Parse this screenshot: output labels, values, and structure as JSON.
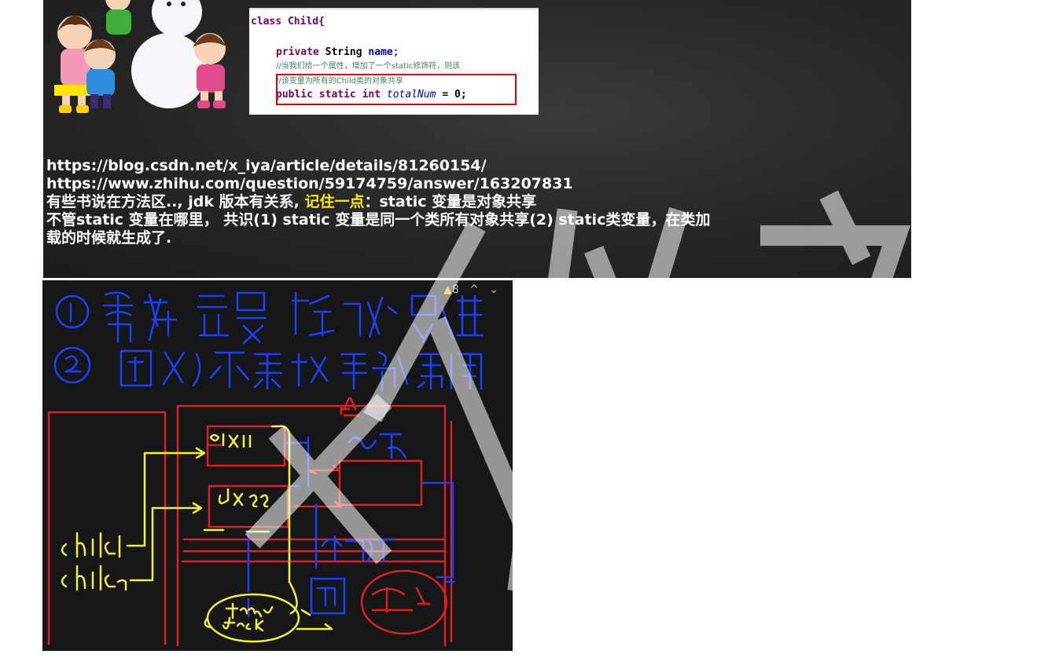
{
  "code": {
    "line1": "class Child{",
    "line2_kw": "private",
    "line2_type": " String ",
    "line2_field": "name",
    "line2_end": ";",
    "comment1": "//当我们给一个属性，增加了一个static修饰符，则该",
    "comment2": "//该变量为所有的Child类的对象共享",
    "line5_kw": "public static int",
    "line5_field": "totalNum",
    "line5_end": " = 0;"
  },
  "notes": {
    "url1": "https://blog.csdn.net/x_iya/article/details/81260154/",
    "url2": "https://www.zhihu.com/question/59174759/answer/163207831",
    "line3_prefix": "有些书说在方法区.., jdk 版本有关系,",
    "line3_highlight": "记住一点",
    "line3_suffix": "：static 变量是对象共享",
    "line4": "不管static 变量在哪里， 共识(1) static 变量是同一个类所有对象共享(2) static类变量，在类加",
    "line5": "载的时候就生成了."
  },
  "board": {
    "warning_icon": "warning-icon",
    "warning_count": "8",
    "nav_up": "^",
    "nav_down": "⌄",
    "colors": {
      "blue": "#1f3fff",
      "yellow": "#f6ef3a",
      "red": "#e11f1f",
      "background": "#161718"
    }
  }
}
